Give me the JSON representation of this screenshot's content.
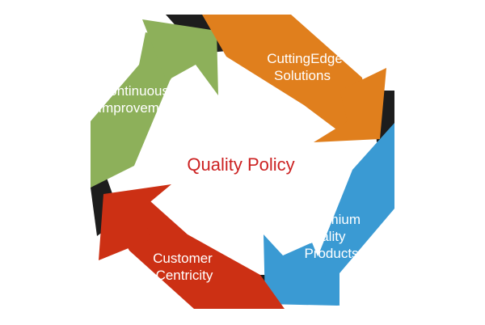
{
  "center": {
    "label": "Quality Policy",
    "color": "#cc2222"
  },
  "segments": [
    {
      "id": "continuous",
      "lines": [
        "Continuous",
        "Improvement"
      ],
      "color": "#8db05a",
      "color_dark": "#6f9440"
    },
    {
      "id": "cutting",
      "lines": [
        "CuttingEdge",
        "Solutions"
      ],
      "color": "#e07f1d",
      "color_dark": "#c46712"
    },
    {
      "id": "premium",
      "lines": [
        "Premium",
        "Quality",
        "Products"
      ],
      "color": "#3a9ad3",
      "color_dark": "#2479b2"
    },
    {
      "id": "customer",
      "lines": [
        "Customer",
        "Centricity"
      ],
      "color": "#cc3014",
      "color_dark": "#a9230c"
    }
  ],
  "label_color": "#ffffff",
  "fold_color": "#1d1d1d"
}
